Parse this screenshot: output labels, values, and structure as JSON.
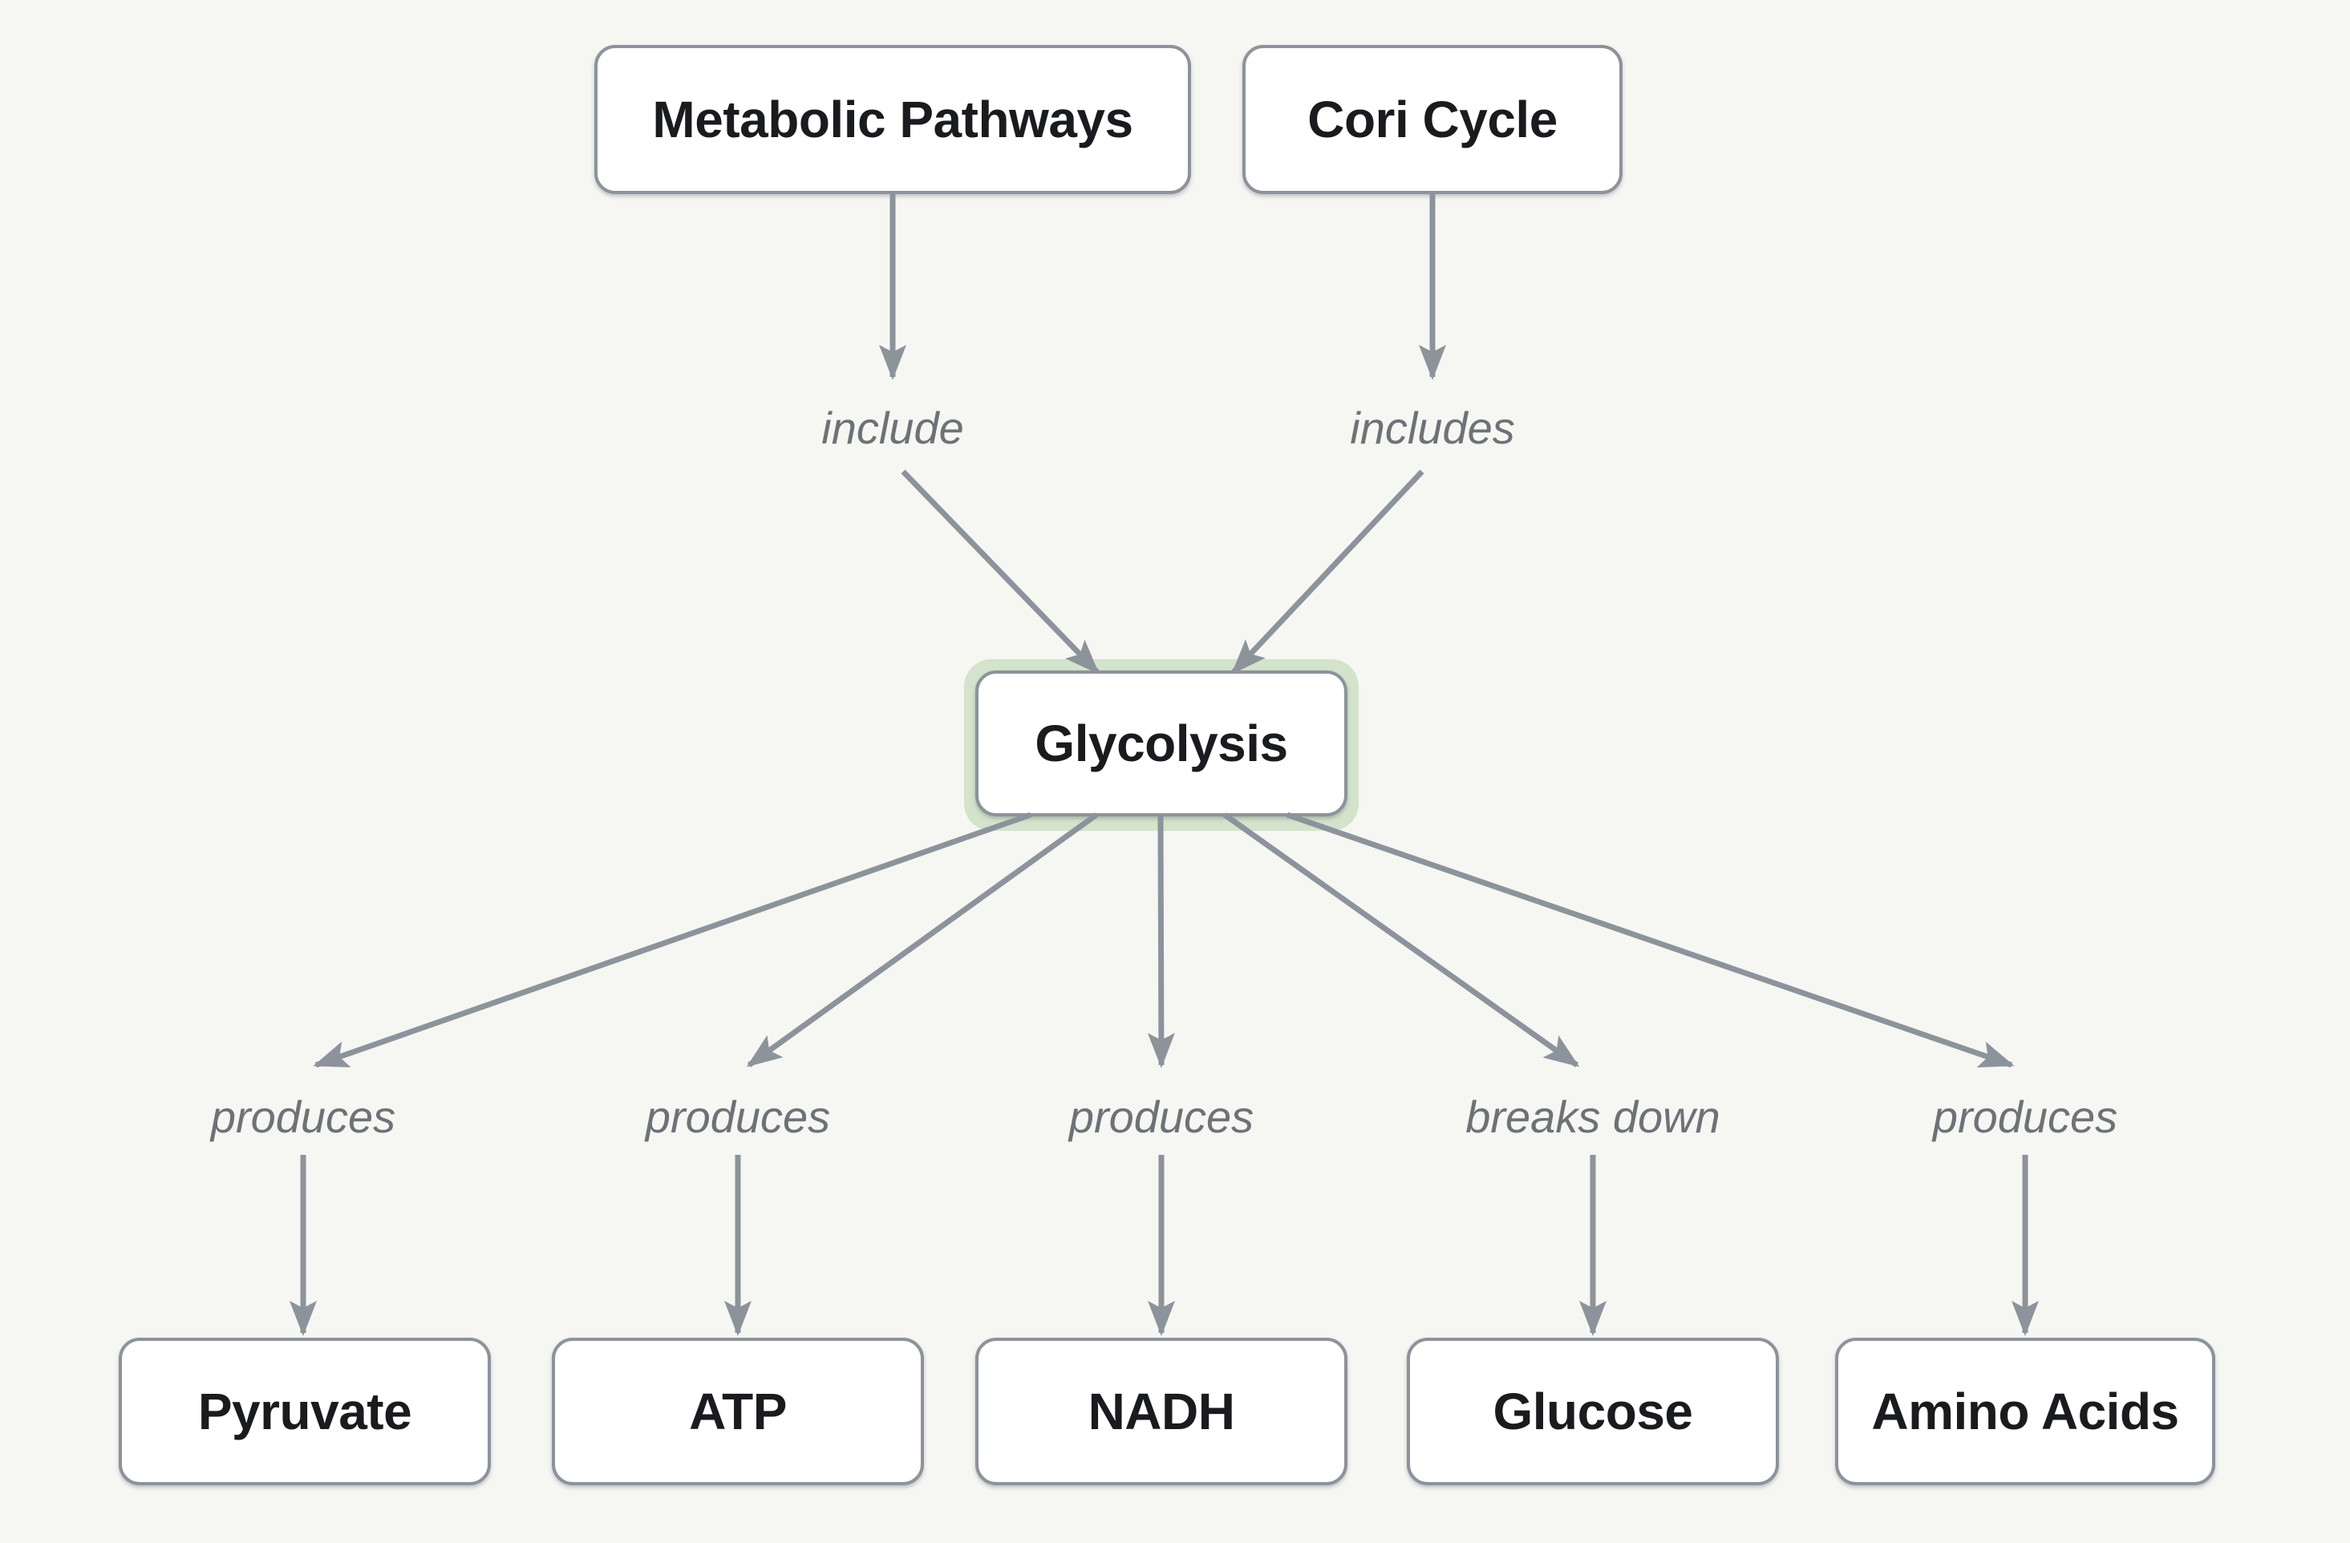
{
  "diagram": {
    "type": "concept-graph",
    "colors": {
      "background": "#f6f6f3",
      "node_fill": "#ffffff",
      "node_border": "#8c939b",
      "node_text": "#191b1e",
      "edge": "#8c939b",
      "edge_label": "#6d7277",
      "highlight": "#d3e3cc"
    },
    "nodes": [
      {
        "id": "metabolic-pathways",
        "label": "Metabolic Pathways",
        "highlighted": false
      },
      {
        "id": "cori-cycle",
        "label": "Cori Cycle",
        "highlighted": false
      },
      {
        "id": "glycolysis",
        "label": "Glycolysis",
        "highlighted": true
      },
      {
        "id": "pyruvate",
        "label": "Pyruvate",
        "highlighted": false
      },
      {
        "id": "atp",
        "label": "ATP",
        "highlighted": false
      },
      {
        "id": "nadh",
        "label": "NADH",
        "highlighted": false
      },
      {
        "id": "glucose",
        "label": "Glucose",
        "highlighted": false
      },
      {
        "id": "amino-acids",
        "label": "Amino Acids",
        "highlighted": false
      }
    ],
    "edges": [
      {
        "from": "Metabolic Pathways",
        "to": "Glycolysis",
        "label": "include"
      },
      {
        "from": "Cori Cycle",
        "to": "Glycolysis",
        "label": "includes"
      },
      {
        "from": "Glycolysis",
        "to": "Pyruvate",
        "label": "produces"
      },
      {
        "from": "Glycolysis",
        "to": "ATP",
        "label": "produces"
      },
      {
        "from": "Glycolysis",
        "to": "NADH",
        "label": "produces"
      },
      {
        "from": "Glycolysis",
        "to": "Glucose",
        "label": "breaks down"
      },
      {
        "from": "Glycolysis",
        "to": "Amino Acids",
        "label": "produces"
      }
    ]
  }
}
